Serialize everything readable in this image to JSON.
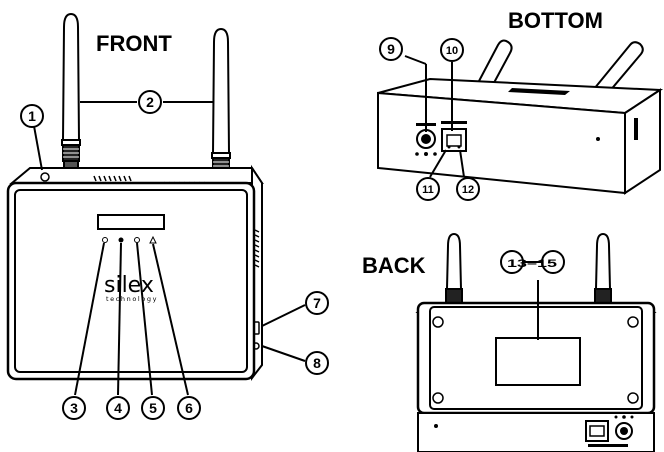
{
  "views": {
    "front": "FRONT",
    "bottom": "BOTTOM",
    "back": "BACK"
  },
  "brand": {
    "name": "silex",
    "tagline": "technology"
  },
  "callouts": [
    "1",
    "2",
    "3",
    "4",
    "5",
    "6",
    "7",
    "8",
    "9",
    "10",
    "11",
    "12",
    "13–15"
  ],
  "colors": {
    "line": "#000000",
    "background": "#ffffff",
    "body_gray": "#d9d9d9"
  }
}
